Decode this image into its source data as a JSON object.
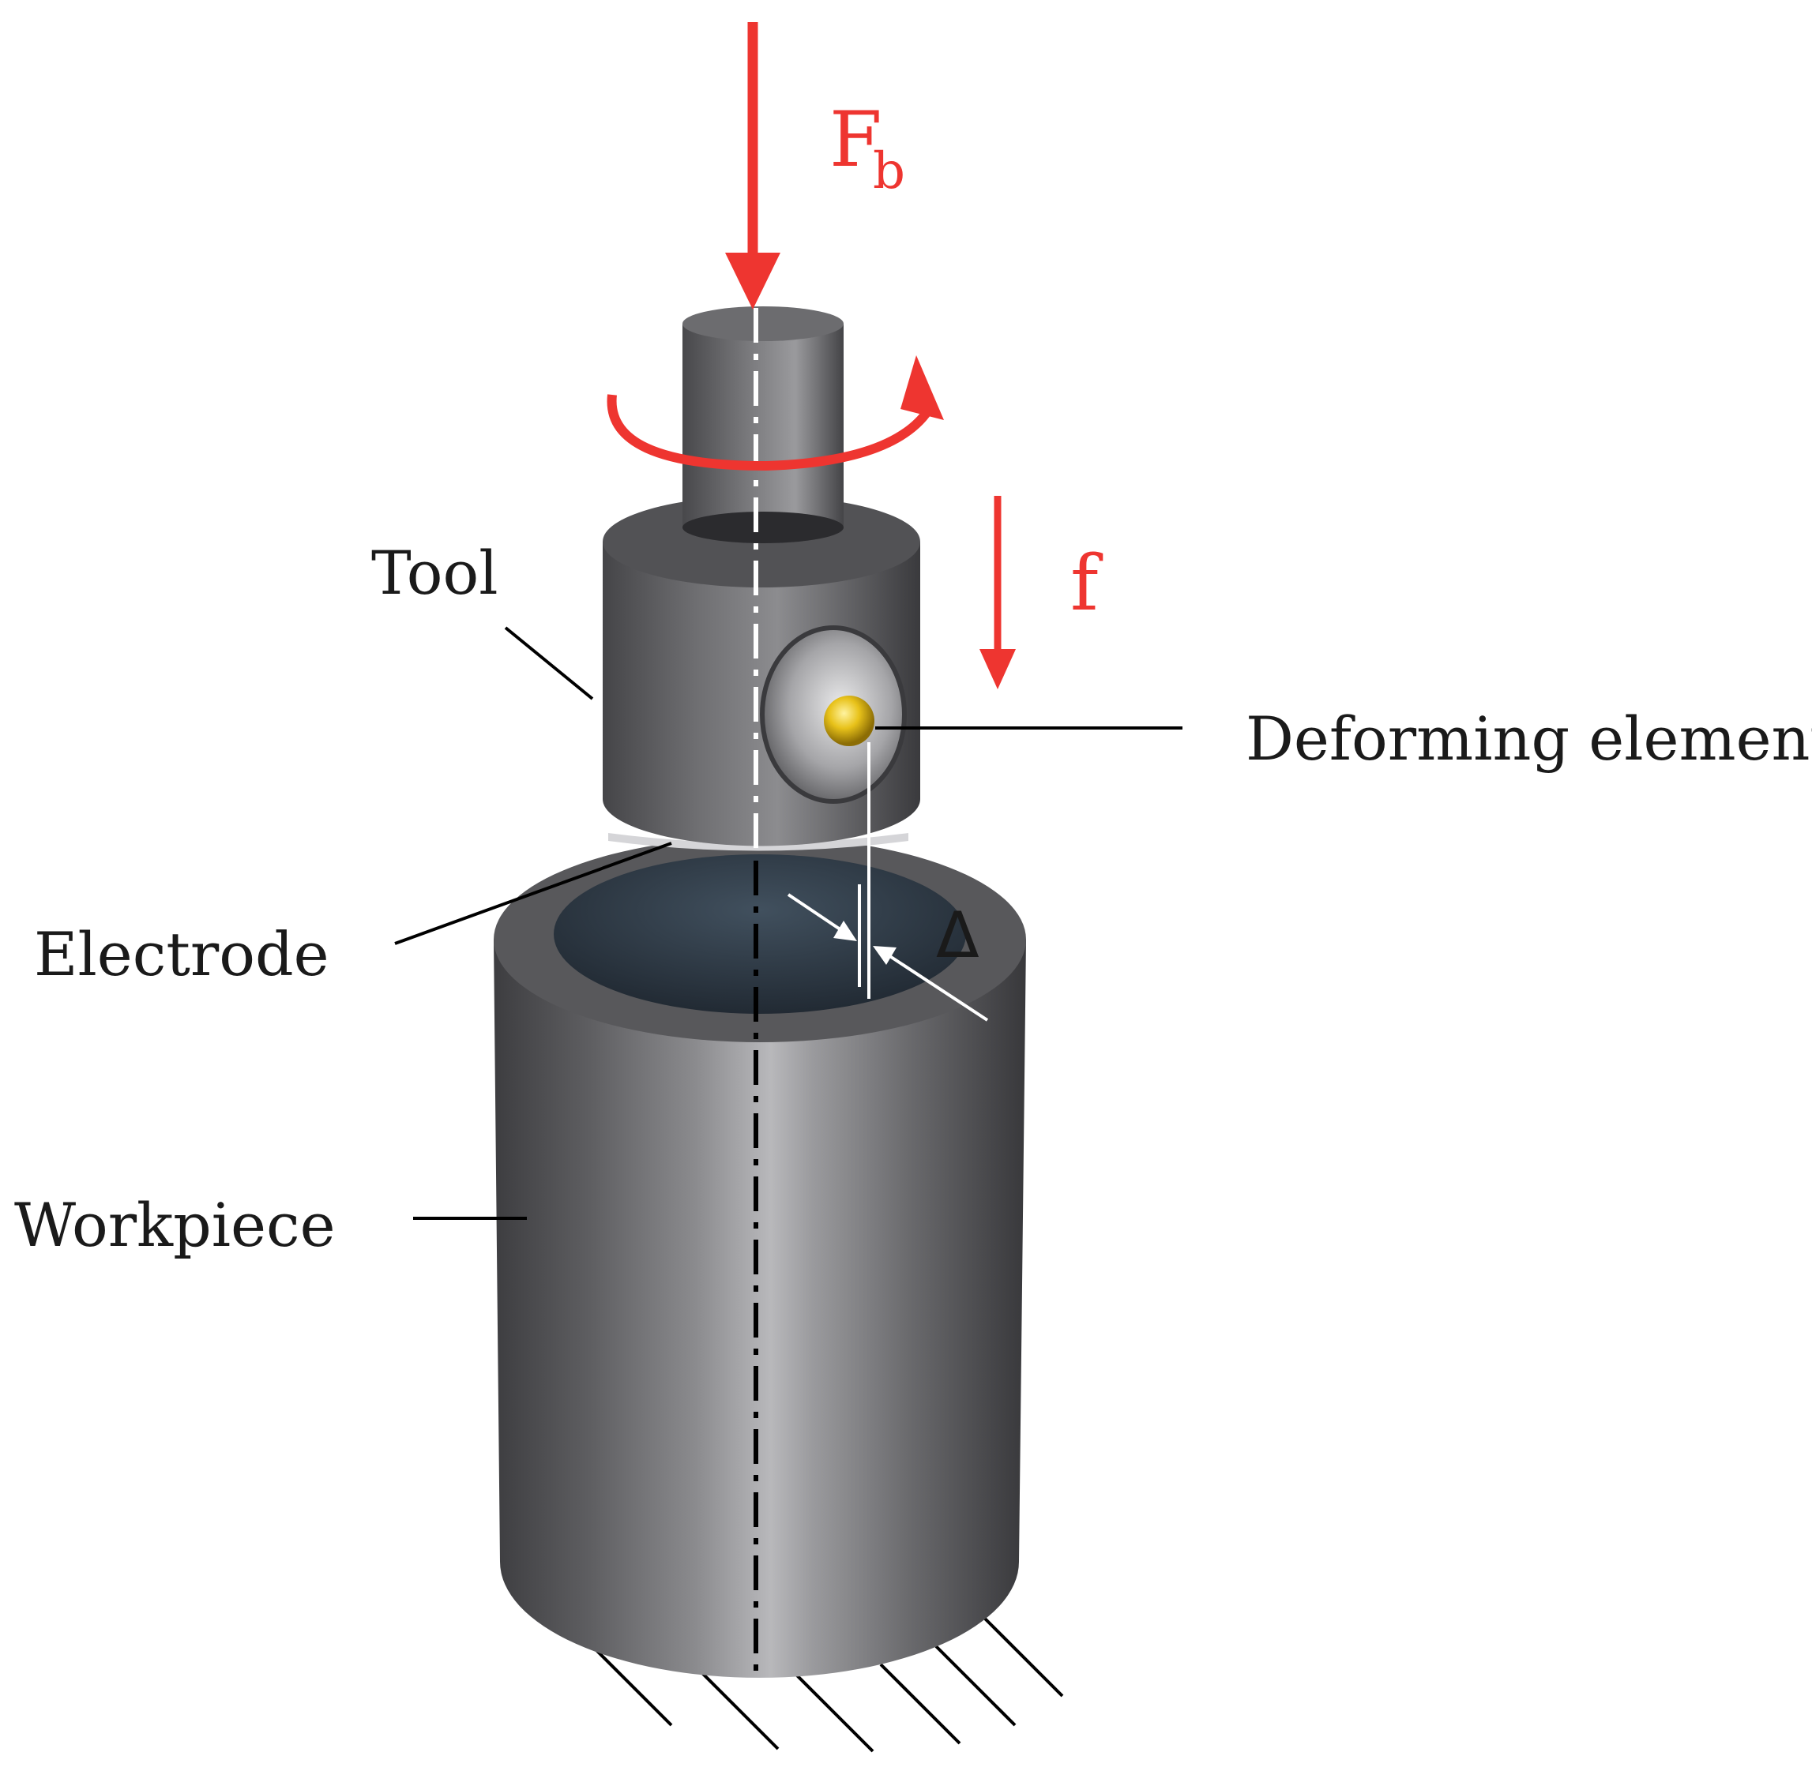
{
  "labels": {
    "force": "F",
    "force_subscript": "b",
    "feed": "f",
    "tool": "Tool",
    "deforming_element": "Deforming element",
    "electrode": "Electrode",
    "workpiece": "Workpiece",
    "gap": "Δ"
  },
  "colors": {
    "annotation_red": "#ee3530",
    "steel_dark": "#3c3c3f",
    "steel_light": "#b3b3b6",
    "ball": "#e8c21a",
    "leader_line": "#000000"
  },
  "icons": {
    "force": "down-arrow",
    "rotation": "curved-arrow",
    "feed": "down-arrow",
    "support": "hatch-ground"
  }
}
